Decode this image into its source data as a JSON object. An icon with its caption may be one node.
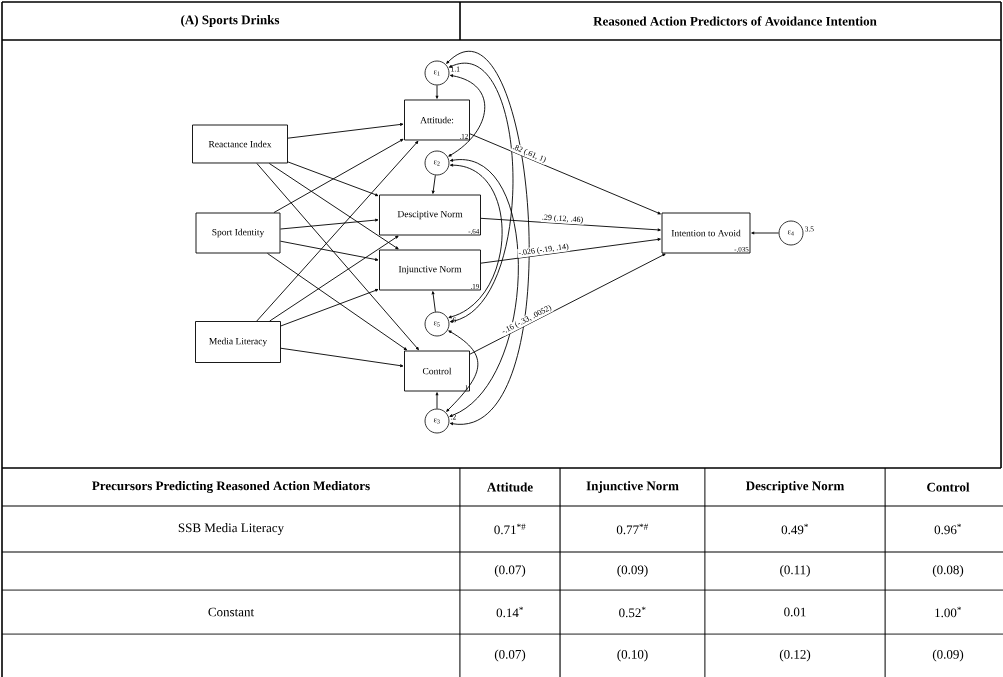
{
  "diagram": {
    "nodes": [
      {
        "text": [
          "Reactance Index"
        ]
      },
      {
        "text": [
          "Sport Identity"
        ]
      },
      {
        "text": [
          "Media Literacy"
        ]
      },
      {
        "text": [
          "Attitude:",
          ".12"
        ]
      },
      {
        "text": [
          "Desciptive Norm",
          "-.64"
        ]
      },
      {
        "text": [
          "Injunctive Norm",
          ".19"
        ]
      },
      {
        "text": [
          "Control",
          "1"
        ]
      },
      {
        "text": [
          "Intention to Avoid",
          "-.035"
        ]
      },
      {
        "text": [
          "ε$_{1}$"
        ],
        "beside": [
          "1.1"
        ]
      },
      {
        "text": [
          "ε$_{2}$"
        ]
      },
      {
        "text": [
          "ε$_{5}$"
        ],
        "beside": [
          ".6"
        ]
      },
      {
        "text": [
          "ε$_{3}$"
        ],
        "beside": [
          ".2"
        ]
      },
      {
        "text": [
          "ε$_{4}$"
        ],
        "beside": [
          "3.5"
        ]
      }
    ],
    "edges": [
      {
        "from": 0,
        "to": 3,
        "arrow": "to"
      },
      {
        "from": 0,
        "to": 4,
        "arrow": "to"
      },
      {
        "from": 0,
        "to": 5,
        "arrow": "to"
      },
      {
        "from": 0,
        "to": 6,
        "arrow": "to"
      },
      {
        "from": 1,
        "to": 3,
        "arrow": "to"
      },
      {
        "from": 1,
        "to": 4,
        "arrow": "to"
      },
      {
        "from": 1,
        "to": 5,
        "arrow": "to"
      },
      {
        "from": 1,
        "to": 6,
        "arrow": "to"
      },
      {
        "from": 2,
        "to": 3,
        "arrow": "to"
      },
      {
        "from": 2,
        "to": 4,
        "arrow": "to"
      },
      {
        "from": 2,
        "to": 5,
        "arrow": "to"
      },
      {
        "from": 2,
        "to": 6,
        "arrow": "to"
      },
      {
        "from": 3,
        "to": 7,
        "arrow": "to",
        "label": ".82 (.61, 1)"
      },
      {
        "from": 4,
        "to": 7,
        "arrow": "to",
        "label": ".29 (.12, .46)"
      },
      {
        "from": 5,
        "to": 7,
        "arrow": "to",
        "label": "-.026 (-.19, .14)"
      },
      {
        "from": 6,
        "to": 7,
        "arrow": "to",
        "label": "-.16 (-.33, .0052)"
      },
      {
        "from": 8,
        "to": 3,
        "arrow": "to"
      },
      {
        "from": 9,
        "to": 4,
        "arrow": "to"
      },
      {
        "from": 10,
        "to": 5,
        "arrow": "to"
      },
      {
        "from": 11,
        "to": 6,
        "arrow": "to"
      },
      {
        "from": 12,
        "to": 7,
        "arrow": "to"
      },
      {
        "from": 8,
        "to": 9,
        "arrow": "both"
      },
      {
        "from": 8,
        "to": 10,
        "arrow": "both"
      },
      {
        "from": 8,
        "to": 11,
        "arrow": "both"
      },
      {
        "from": 9,
        "to": 10,
        "arrow": "both"
      },
      {
        "from": 9,
        "to": 11,
        "arrow": "both"
      },
      {
        "from": 10,
        "to": 11,
        "arrow": "both"
      }
    ],
    "labels": [
      "(A) Sports Drinks",
      "Reasoned Action Predictors of Avoidance Intention",
      "Precursors Predicting Reasoned Action Mediators",
      "Attitude",
      "Injunctive Norm",
      "Descriptive Norm",
      "Control",
      "SSB Media Literacy",
      "0.71$^{*#}$",
      "0.77$^{*#}$",
      "0.49$^{*}$",
      "0.96$^{*}$",
      "(0.07)",
      "(0.09)",
      "(0.11)",
      "(0.08)",
      "Constant",
      "0.14$^{*}$",
      "0.52$^{*}$",
      "0.01",
      "1.00$^{*}$",
      "(0.07)",
      "(0.10)",
      "(0.12)",
      "(0.09)"
    ]
  }
}
